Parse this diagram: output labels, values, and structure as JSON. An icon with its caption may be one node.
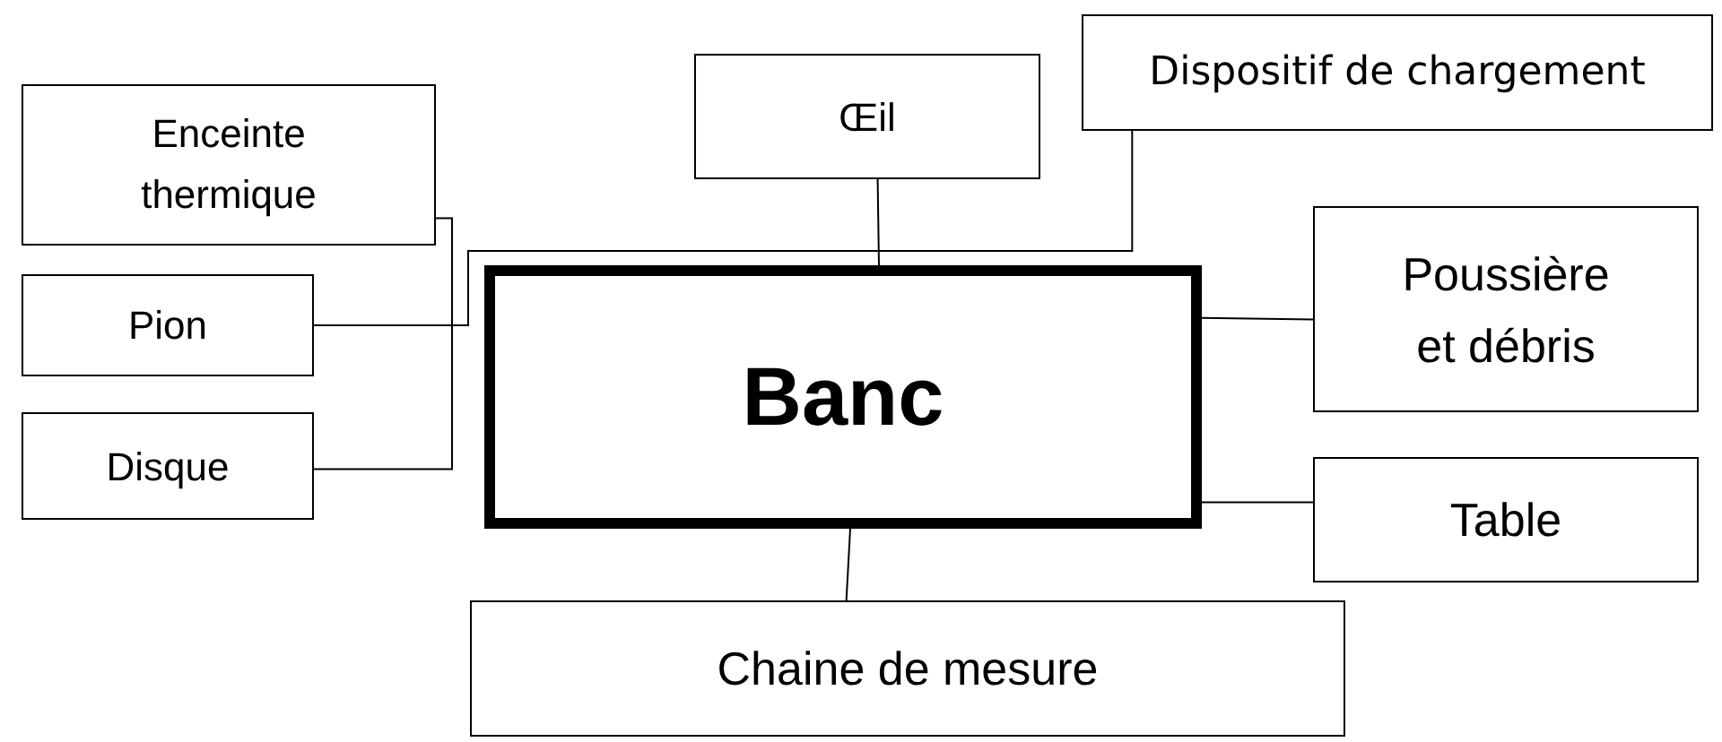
{
  "diagram": {
    "nodes": [
      {
        "text": [
          "Enceinte thermique"
        ]
      },
      {
        "text": [
          "Œil"
        ]
      },
      {
        "text": [
          "Dispositif de chargement"
        ]
      },
      {
        "text": [
          "Pion"
        ]
      },
      {
        "text": [
          "Poussière et débris"
        ]
      },
      {
        "text": [
          "Banc"
        ]
      },
      {
        "text": [
          "Disque"
        ]
      },
      {
        "text": [
          "Table"
        ]
      },
      {
        "text": [
          "Chaine de mesure"
        ]
      }
    ],
    "edges": [
      {
        "from": 0,
        "to": 6,
        "arrow": "none"
      },
      {
        "from": 3,
        "to": 2,
        "arrow": "none"
      },
      {
        "from": 1,
        "to": 5,
        "arrow": "none"
      },
      {
        "from": 5,
        "to": 4,
        "arrow": "none"
      },
      {
        "from": 5,
        "to": 7,
        "arrow": "none"
      },
      {
        "from": 5,
        "to": 8,
        "arrow": "none"
      }
    ]
  }
}
